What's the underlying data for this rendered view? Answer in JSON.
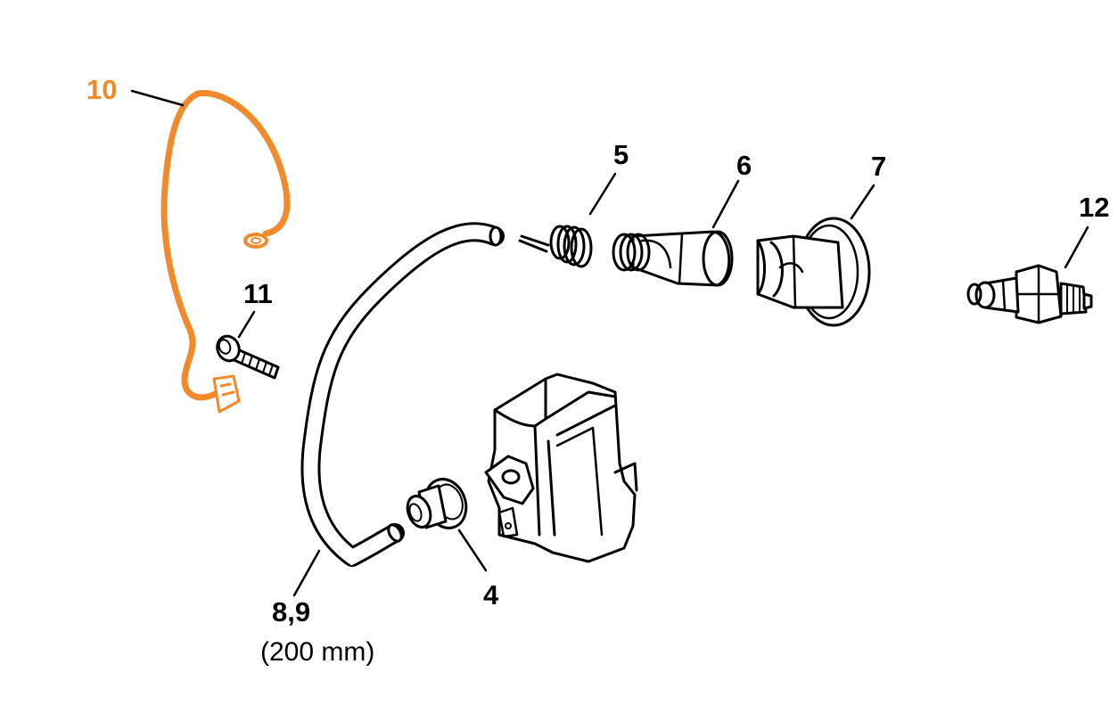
{
  "colors": {
    "highlight": "#f08a2c",
    "ink": "#000000",
    "background": "#ffffff"
  },
  "labels": {
    "part_10": "10",
    "part_11": "11",
    "part_5": "5",
    "part_6": "6",
    "part_7": "7",
    "part_12": "12",
    "part_4": "4",
    "part_8_9": "8,9",
    "hose_length": "(200 mm)"
  }
}
